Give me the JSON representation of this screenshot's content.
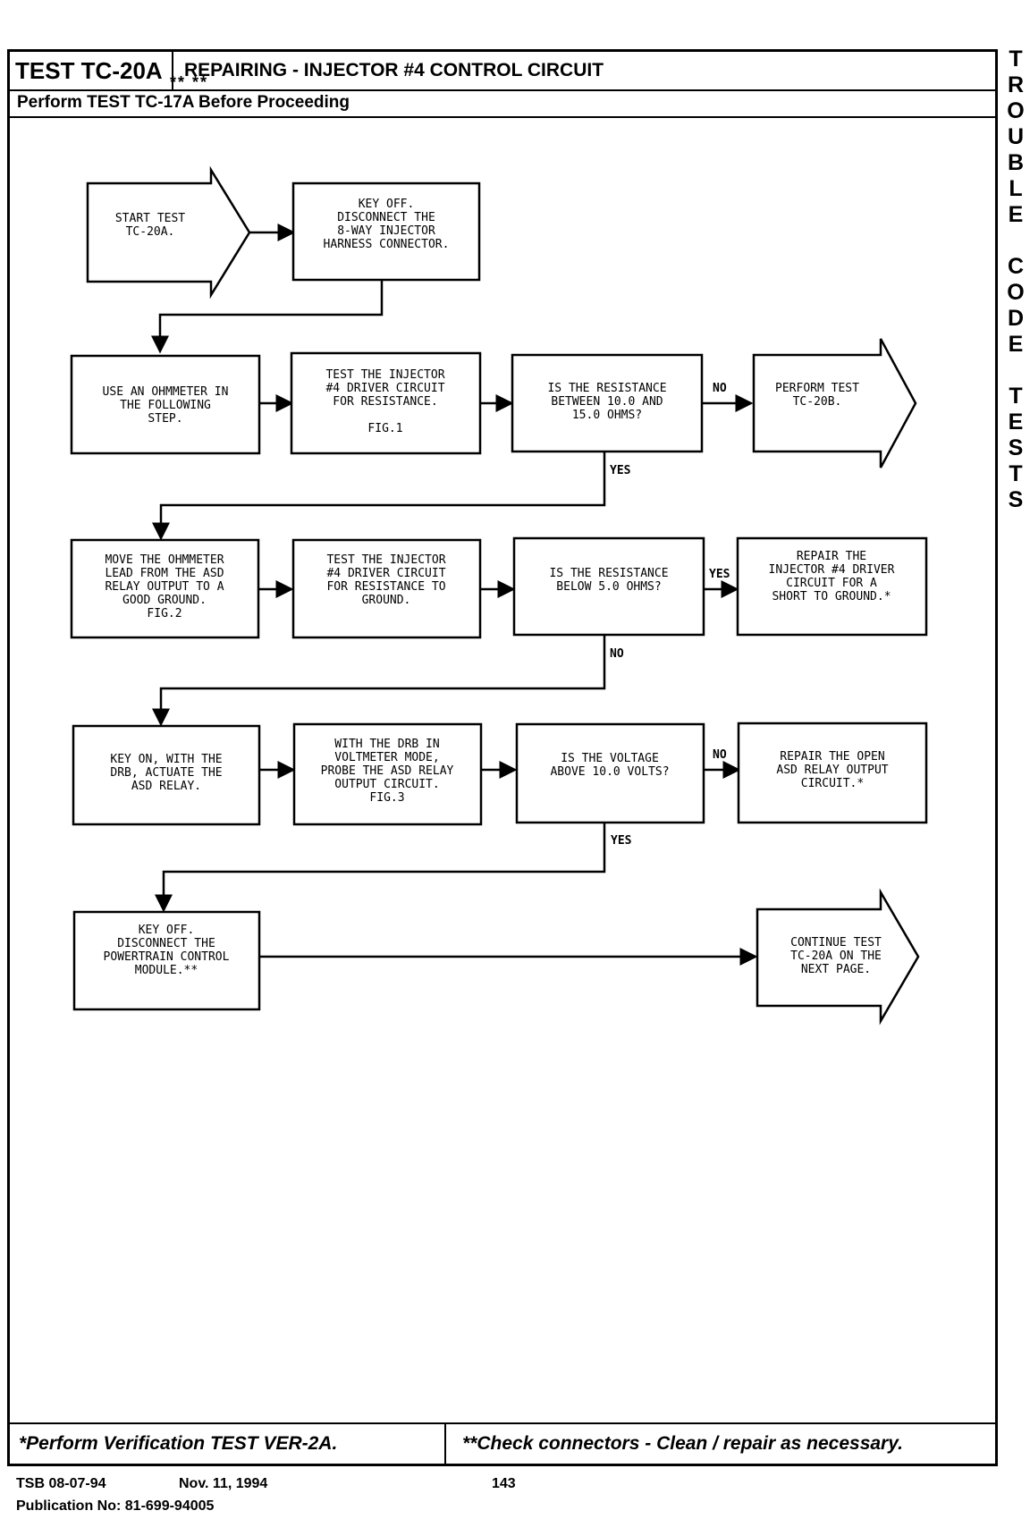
{
  "header": {
    "test_id": "TEST TC-20A",
    "title": "REPAIRING - INJECTOR #4 CONTROL CIRCUIT",
    "prerequisite": "Perform TEST TC-17A Before Proceeding",
    "stars": "**  **"
  },
  "side_tab": [
    "T",
    "R",
    "O",
    "U",
    "B",
    "L",
    "E",
    "",
    "C",
    "O",
    "D",
    "E",
    "",
    "T",
    "E",
    "S",
    "T",
    "S"
  ],
  "flow": {
    "start": [
      "START TEST",
      "TC-20A."
    ],
    "key_off_1": [
      "KEY OFF.",
      "DISCONNECT THE",
      "8-WAY INJECTOR",
      "HARNESS CONNECTOR."
    ],
    "use_ohmmeter": [
      "USE AN OHMMETER IN",
      "THE FOLLOWING",
      "STEP."
    ],
    "test_resistance": [
      "TEST THE INJECTOR",
      "#4 DRIVER CIRCUIT",
      "FOR RESISTANCE.",
      "",
      "FIG.1"
    ],
    "q_resistance": [
      "IS THE RESISTANCE",
      "BETWEEN 10.0 AND",
      "15.0 OHMS?"
    ],
    "perform_20b": [
      "PERFORM TEST",
      "TC-20B."
    ],
    "move_lead": [
      "MOVE THE OHMMETER",
      "LEAD FROM THE ASD",
      "RELAY OUTPUT TO A",
      "GOOD GROUND.",
      "FIG.2"
    ],
    "test_ground": [
      "TEST THE INJECTOR",
      "#4 DRIVER CIRCUIT",
      "FOR RESISTANCE TO",
      "GROUND."
    ],
    "q_below": [
      "IS THE RESISTANCE",
      "BELOW 5.0 OHMS?"
    ],
    "repair_short": [
      "REPAIR THE",
      "INJECTOR #4 DRIVER",
      "CIRCUIT FOR A",
      "SHORT TO GROUND.*"
    ],
    "key_on": [
      "KEY ON, WITH THE",
      "DRB, ACTUATE THE",
      "ASD RELAY."
    ],
    "probe": [
      "WITH THE DRB IN",
      "VOLTMETER MODE,",
      "PROBE THE ASD RELAY",
      "OUTPUT CIRCUIT.",
      "FIG.3"
    ],
    "q_voltage": [
      "IS THE VOLTAGE",
      "ABOVE 10.0 VOLTS?"
    ],
    "repair_open": [
      "REPAIR THE OPEN",
      "ASD RELAY OUTPUT",
      "CIRCUIT.*"
    ],
    "key_off_2": [
      "KEY OFF.",
      "DISCONNECT THE",
      "POWERTRAIN CONTROL",
      "MODULE.**"
    ],
    "continue": [
      "CONTINUE TEST",
      "TC-20A ON THE",
      "NEXT PAGE."
    ],
    "labels": {
      "no1": "NO",
      "yes1": "YES",
      "yes2": "YES",
      "no2": "NO",
      "no3": "NO",
      "yes3": "YES"
    }
  },
  "footer": {
    "note1": "*Perform Verification TEST VER-2A.",
    "note2": "**Check connectors - Clean / repair as necessary."
  },
  "publication": {
    "tsb": "TSB 08-07-94",
    "date": "Nov. 11, 1994",
    "page": "143",
    "pub_no": "Publication No: 81-699-94005"
  }
}
